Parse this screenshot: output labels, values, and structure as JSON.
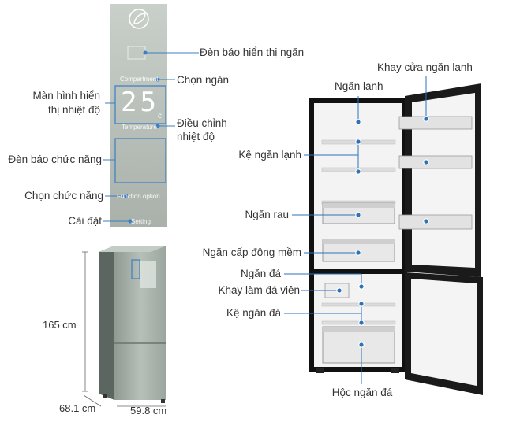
{
  "labels": {
    "compartment_indicator": "Đèn báo hiển thị ngăn",
    "select_compartment": "Chọn ngăn",
    "temp_display_line1": "Màn hình hiển",
    "temp_display_line2": "thị nhiệt độ",
    "adjust_temp_line1": "Điều chỉnh",
    "adjust_temp_line2": "nhiệt độ",
    "function_indicator": "Đèn báo chức năng",
    "select_function": "Chọn chức năng",
    "settings": "Cài đặt",
    "fridge_compartment": "Ngăn lạnh",
    "fridge_door_tray": "Khay cửa ngăn lạnh",
    "fridge_shelf": "Kệ ngăn lạnh",
    "vegetable_drawer": "Ngăn rau",
    "soft_freeze": "Ngăn cấp đông mềm",
    "freezer_compartment": "Ngăn đá",
    "ice_tray": "Khay làm đá viên",
    "freezer_shelf": "Kệ ngăn đá",
    "freezer_drawer": "Hộc ngăn đá"
  },
  "dimensions": {
    "height": "165 cm",
    "depth": "68.1 cm",
    "width": "59.8 cm"
  },
  "panel": {
    "compartment_text": "Compartment",
    "temperature_text": "Temperature",
    "function_text": "Function option",
    "setting_text": "Setting",
    "display_digits": "25",
    "display_unit": "c"
  }
}
